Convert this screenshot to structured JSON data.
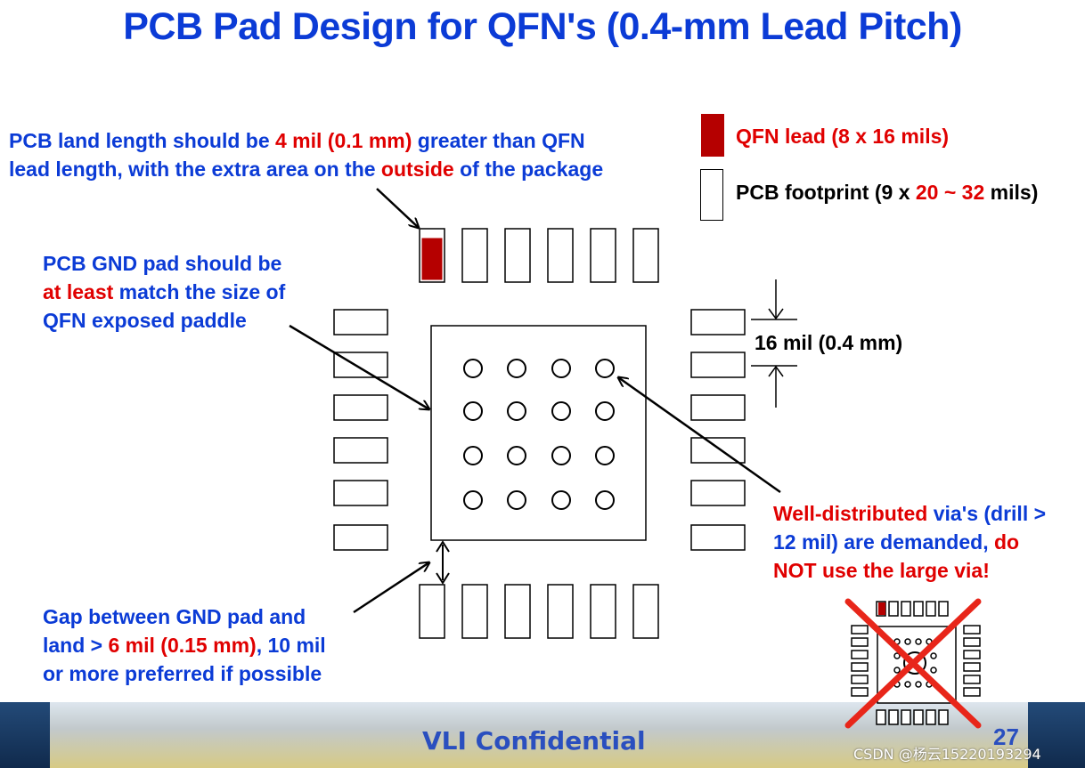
{
  "title": "PCB Pad Design for QFN's (0.4-mm Lead Pitch)",
  "notes": {
    "land_length": {
      "l1a": "PCB land length should be ",
      "l1b": "4 mil (0.1 mm)",
      "l1c": " greater than QFN",
      "l2a": "lead length, with the extra area on the ",
      "l2b": "outside",
      "l2c": " of the package"
    },
    "gnd_pad": {
      "l1": "PCB GND pad should be",
      "l2a": "at least",
      "l2b": " match the size of",
      "l3": "QFN exposed paddle"
    },
    "gap": {
      "l1": "Gap between GND pad and",
      "l2a": "land > ",
      "l2b": "6 mil (0.15 mm)",
      "l2c": ", 10 mil",
      "l3": "or more preferred if possible"
    },
    "vias": {
      "l1a": "Well-distributed",
      "l1b": " via's ",
      "l1c": "(drill >",
      "l2a": "12 mil) are demanded, ",
      "l2b": "do",
      "l3": "NOT use the large via!"
    },
    "pitch": "16 mil (0.4 mm)"
  },
  "legend": {
    "lead": "QFN lead (8 x 16 mils)",
    "footprint_a": "PCB footprint  (9 x ",
    "footprint_b": "20 ~ 32",
    "footprint_c": " mils)"
  },
  "footer": {
    "text": "VLI Confidential",
    "page": "27",
    "watermark": "CSDN @杨云15220193294"
  },
  "colors": {
    "blue_text": "#0b3bd6",
    "red_text": "#e00000",
    "lead_fill": "#b50000",
    "cross": "#e8261a"
  }
}
